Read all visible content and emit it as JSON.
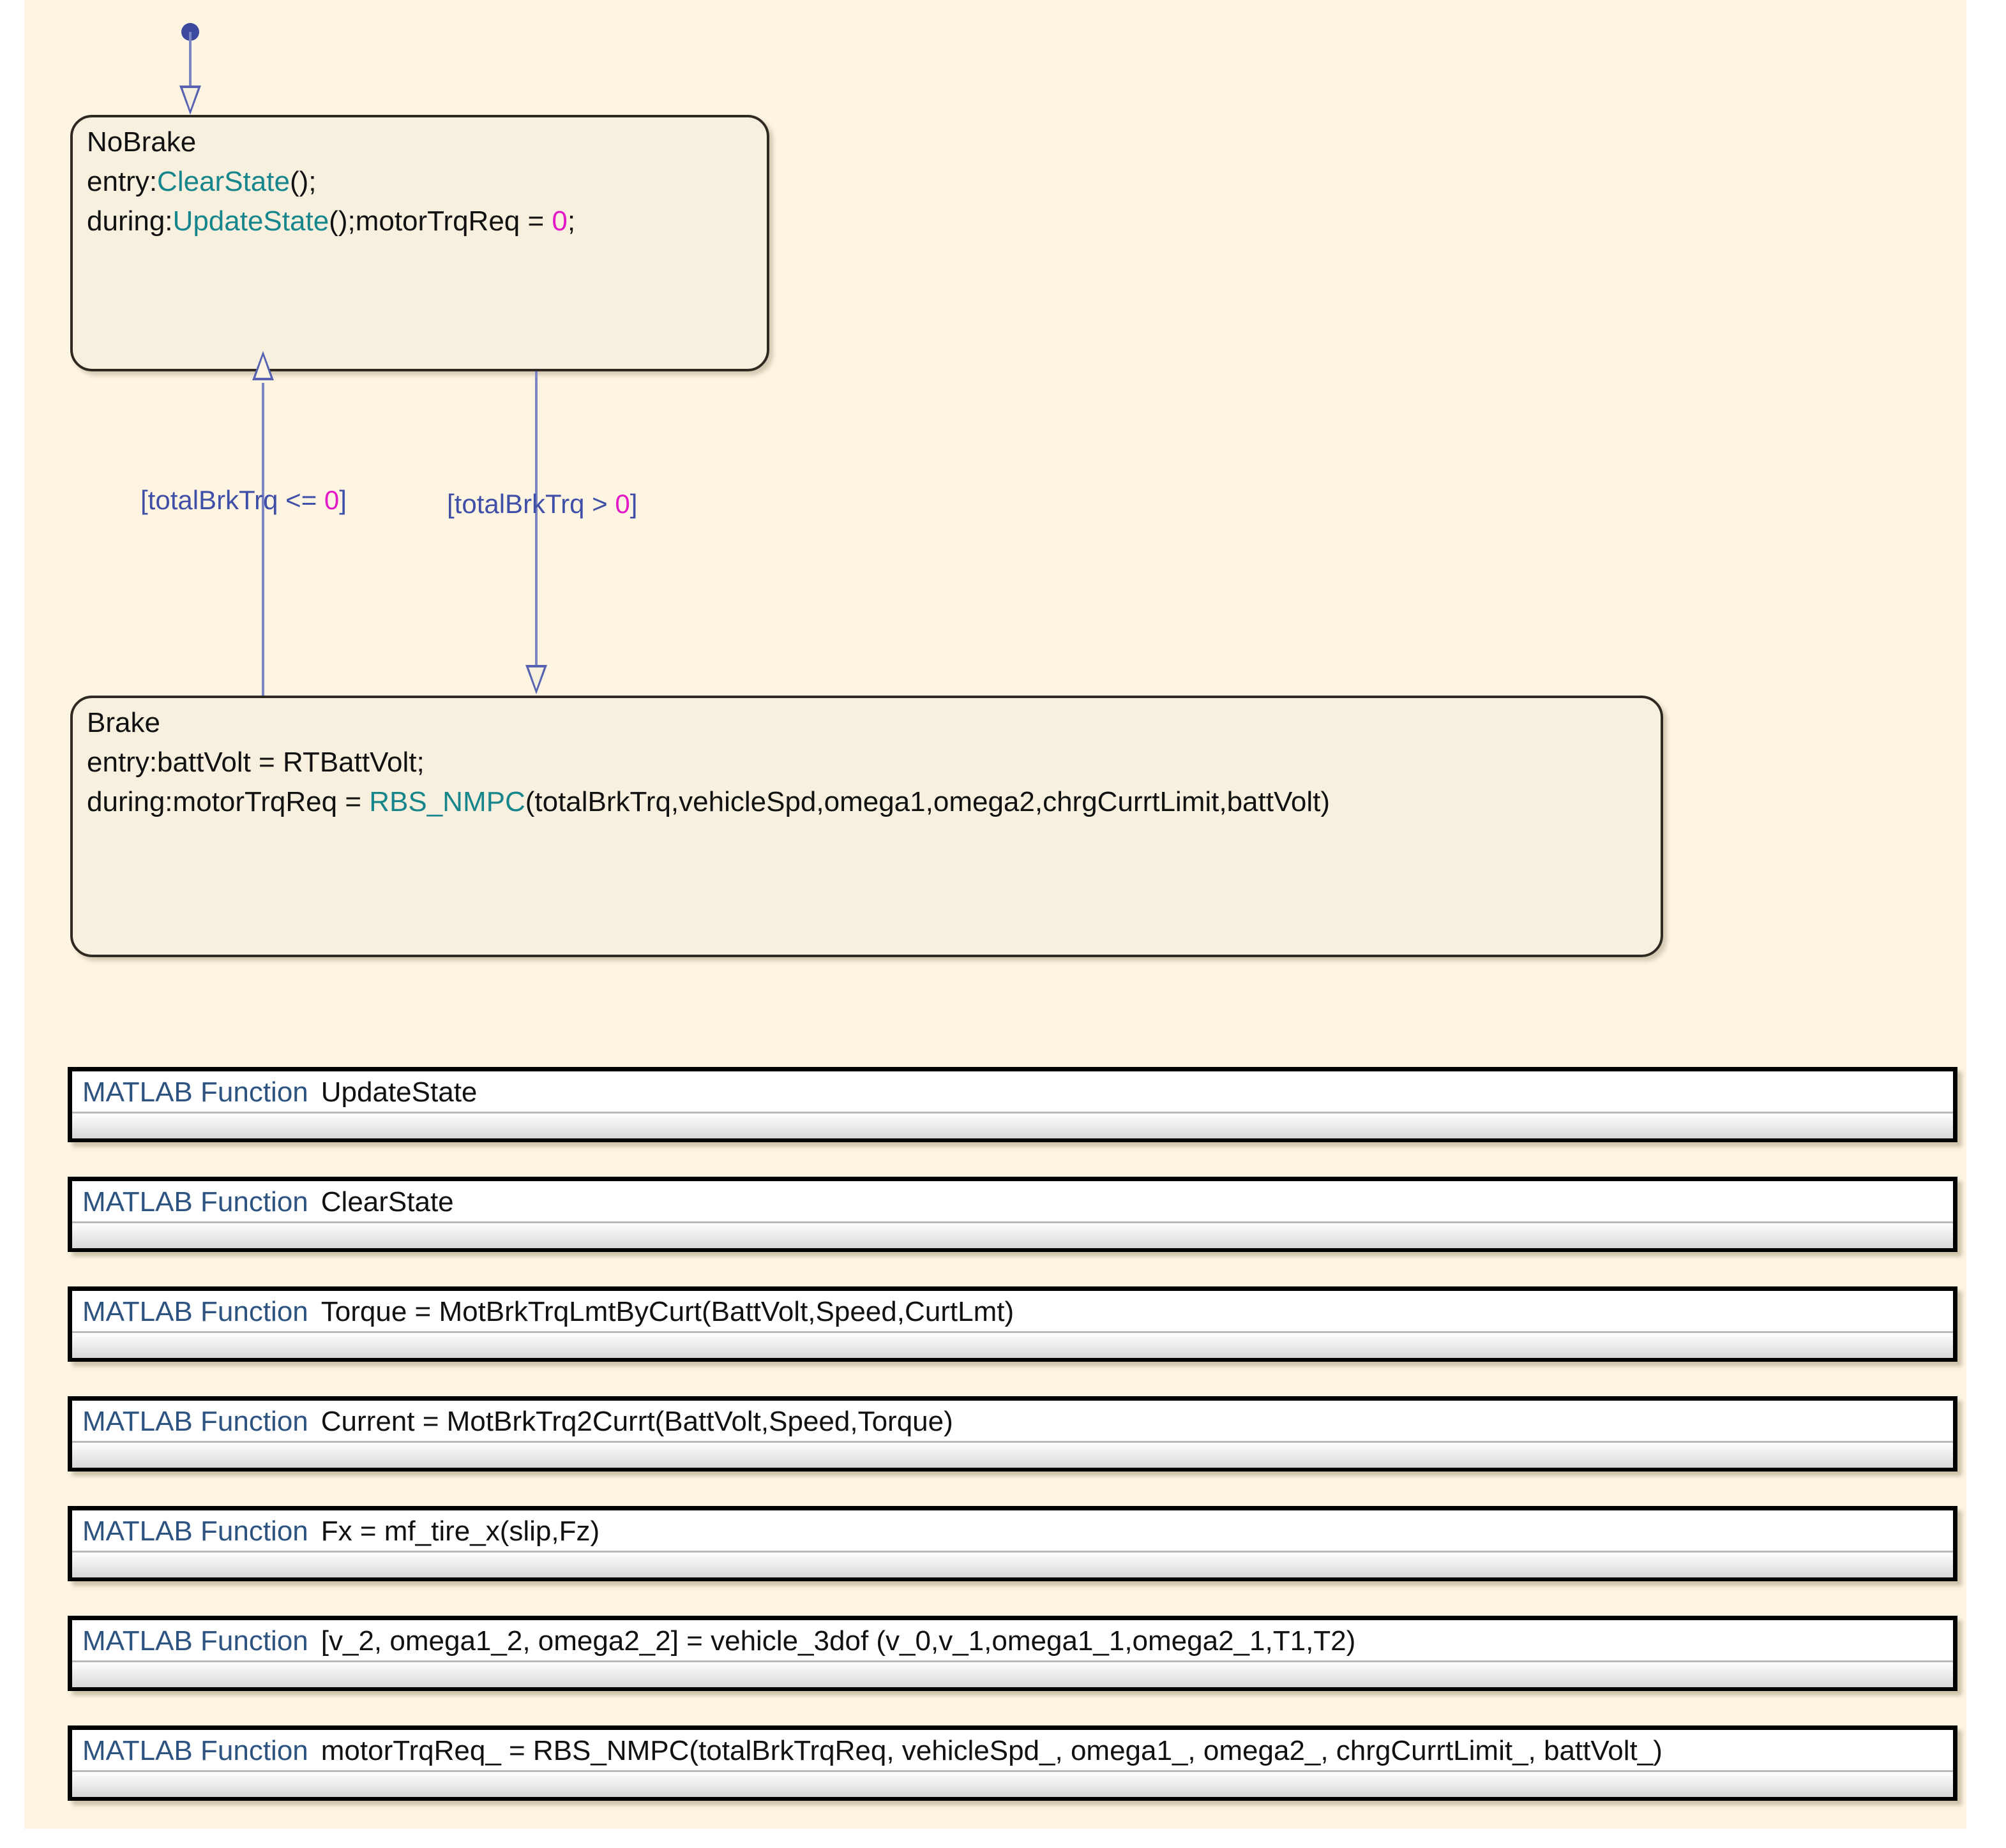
{
  "canvas": {
    "background_color": "#FDF4E2",
    "page_background_color": "#FFFFFF"
  },
  "colors": {
    "state_fill": "#F7F0DF",
    "state_border": "#2E2A22",
    "transition": "#7B85C4",
    "transition_dot": "#3B4A9E",
    "transition_label": "#3F4FA8",
    "graphical_function_name": "#17868C",
    "numeric_literal": "#E318C8",
    "matlab_function_keyword": "#2D5380"
  },
  "states": [
    {
      "name": "NoBrake",
      "lines": [
        {
          "parts": [
            {
              "t": "NoBrake",
              "c": "plain"
            }
          ]
        },
        {
          "parts": [
            {
              "t": "entry:",
              "c": "plain"
            },
            {
              "t": "ClearState",
              "c": "fn"
            },
            {
              "t": "();",
              "c": "plain"
            }
          ]
        },
        {
          "parts": [
            {
              "t": "during:",
              "c": "plain"
            },
            {
              "t": "UpdateState",
              "c": "fn"
            },
            {
              "t": "();motorTrqReq = ",
              "c": "plain"
            },
            {
              "t": "0",
              "c": "num"
            },
            {
              "t": ";",
              "c": "plain"
            }
          ]
        }
      ]
    },
    {
      "name": "Brake",
      "lines": [
        {
          "parts": [
            {
              "t": "Brake",
              "c": "plain"
            }
          ]
        },
        {
          "parts": [
            {
              "t": "entry:battVolt = RTBattVolt;",
              "c": "plain"
            }
          ]
        },
        {
          "parts": [
            {
              "t": "during:motorTrqReq = ",
              "c": "plain"
            },
            {
              "t": "RBS_NMPC",
              "c": "fn"
            },
            {
              "t": "(totalBrkTrq,vehicleSpd,omega1,omega2,chrgCurrtLimit,battVolt)",
              "c": "plain"
            }
          ]
        }
      ]
    }
  ],
  "transitions": {
    "default_target": "NoBrake",
    "brake_to_nobrake": {
      "label_prefix": "[totalBrkTrq <= ",
      "label_num": "0",
      "label_suffix": "]",
      "full": "[totalBrkTrq <= 0]"
    },
    "nobrake_to_brake": {
      "label_prefix": "[totalBrkTrq > ",
      "label_num": "0",
      "label_suffix": "]",
      "full": "[totalBrkTrq > 0]"
    }
  },
  "matlab_functions": {
    "keyword": "MATLAB Function",
    "items": [
      {
        "signature": "UpdateState"
      },
      {
        "signature": "ClearState"
      },
      {
        "signature": "Torque = MotBrkTrqLmtByCurt(BattVolt,Speed,CurtLmt)"
      },
      {
        "signature": "Current = MotBrkTrq2Currt(BattVolt,Speed,Torque)"
      },
      {
        "signature": "Fx = mf_tire_x(slip,Fz)"
      },
      {
        "signature": "[v_2, omega1_2, omega2_2] = vehicle_3dof (v_0,v_1,omega1_1,omega2_1,T1,T2)"
      },
      {
        "signature": "motorTrqReq_ = RBS_NMPC(totalBrkTrqReq, vehicleSpd_, omega1_, omega2_, chrgCurrtLimit_, battVolt_)"
      }
    ]
  }
}
